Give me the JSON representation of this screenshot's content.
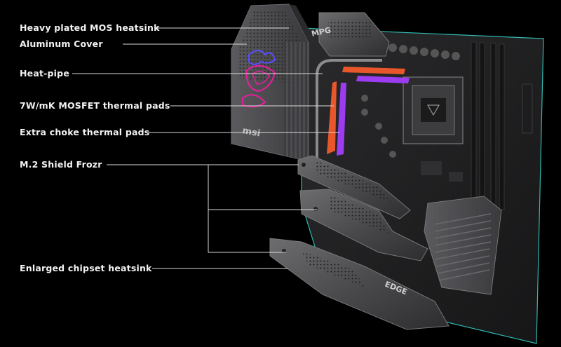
{
  "labels": [
    "Heavy plated MOS heatsink",
    "Aluminum Cover",
    "Heat-pipe",
    "7W/mK MOSFET thermal pads",
    "Extra choke thermal pads",
    "M.2 Shield Frozr",
    "Enlarged chipset heatsink"
  ],
  "board": {
    "brand_text_heatsink": "msi",
    "brand_text_top": "MPG",
    "edge_text": "EDGE"
  },
  "colors": {
    "background": "#000000",
    "label": "#f2f2f2",
    "leader_line": "#d9d9d9",
    "thermal_pad_orange": "#e8572c",
    "thermal_pad_purple": "#9b3cf0",
    "dragon_pink": "#e0209a",
    "dragon_blue": "#5a4dff",
    "teal_edge": "#2fb8b0"
  }
}
